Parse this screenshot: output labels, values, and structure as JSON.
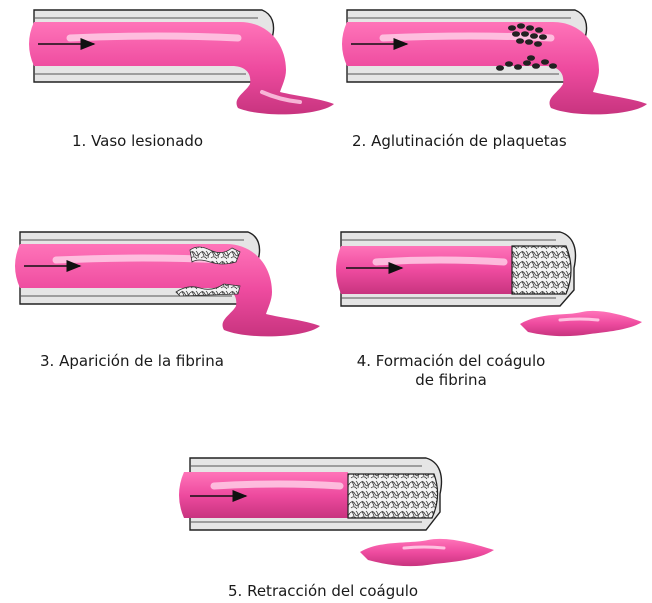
{
  "colors": {
    "blood": "#ee4b9f",
    "blood_highlight": "#ffd3ea",
    "wall": "#e5e5e5",
    "outline": "#222222",
    "platelet": "#222222",
    "fibrin_fill": "#f4f4f4"
  },
  "panels": [
    {
      "label": "1. Vaso lesionado"
    },
    {
      "label": "2. Aglutinación de plaquetas"
    },
    {
      "label": "3. Aparición de la fibrina"
    },
    {
      "label_line1": "4. Formación del coágulo",
      "label_line2": "de fibrina"
    },
    {
      "label": "5. Retracción del coágulo"
    }
  ]
}
